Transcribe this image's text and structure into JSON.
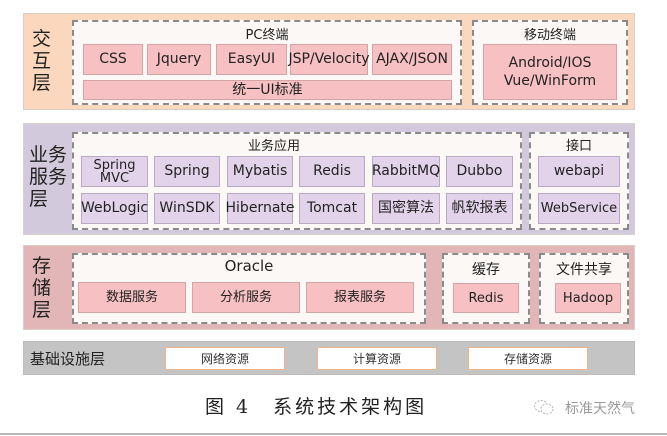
{
  "interaction_layer": {
    "label": "交\n互\n层",
    "pc": {
      "title": "PC终端",
      "items": [
        "CSS",
        "Jquery",
        "EasyUI",
        "JSP/Velocity",
        "AJAX/JSON"
      ],
      "standard": "统一UI标准"
    },
    "mobile": {
      "title": "移动终端",
      "item_line1": "Android/IOS",
      "item_line2": "Vue/WinForm"
    },
    "colors": {
      "background": "#fbd8bd",
      "box": "#f7c1c3"
    }
  },
  "service_layer": {
    "label_line1": "业务",
    "label_line2": "服务",
    "label_line3": "层",
    "business": {
      "title": "业务应用",
      "row1": [
        "Spring MVC",
        "Spring",
        "Mybatis",
        "Redis",
        "RabbitMQ",
        "Dubbo"
      ],
      "row2": [
        "WebLogic",
        "WinSDK",
        "Hibernate",
        "Tomcat",
        "国密算法",
        "帆软报表"
      ]
    },
    "interface": {
      "title": "接口",
      "items": [
        "webapi",
        "WebService"
      ]
    },
    "colors": {
      "background": "#d3c9dc",
      "box": "#e3d3ea"
    }
  },
  "storage_layer": {
    "label_line1": "存",
    "label_line2": "储",
    "label_line3": "层",
    "oracle": {
      "title": "Oracle",
      "items": [
        "数据服务",
        "分析服务",
        "报表服务"
      ]
    },
    "cache": {
      "title": "缓存",
      "item": "Redis"
    },
    "file_share": {
      "title": "文件共享",
      "item": "Hadoop"
    },
    "colors": {
      "background": "#e2b5b6",
      "box": "#f7c1c3"
    }
  },
  "infra_layer": {
    "label": "基础设施层",
    "items": [
      "网络资源",
      "计算资源",
      "存储资源"
    ],
    "colors": {
      "background": "#c4c4c4",
      "border": "#f0b488"
    }
  },
  "caption": "图 4　系统技术架构图",
  "watermark": "标准天然气"
}
